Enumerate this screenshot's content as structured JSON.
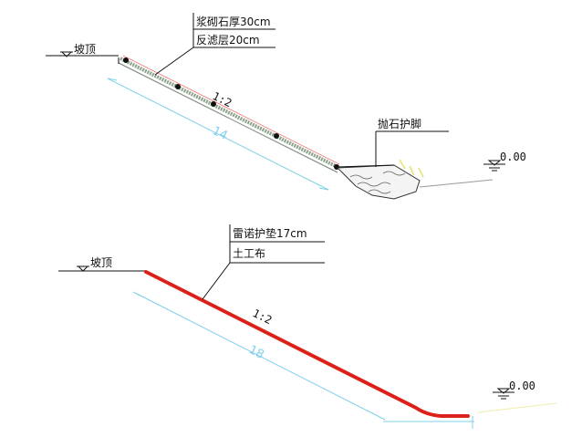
{
  "top_section": {
    "crest_label": "坡顶",
    "callout_line1": "浆砌石厚30cm",
    "callout_line2": "反滤层20cm",
    "slope_ratio": "1:2",
    "length_dim": "14",
    "toe_label": "抛石护脚",
    "water_level": "0.00"
  },
  "bottom_section": {
    "crest_label": "坡顶",
    "callout_line1": "雷诺护垫17cm",
    "callout_line2": "土工布",
    "slope_ratio": "1:2",
    "length_dim": "18",
    "water_level": "0.00"
  },
  "colors": {
    "line": "#111111",
    "dimension": "#7fd0ea",
    "mattress": "#e0231b",
    "masonry": "#8fa48f",
    "thin_red": "#f07a7a",
    "yellow": "#e8e070"
  }
}
